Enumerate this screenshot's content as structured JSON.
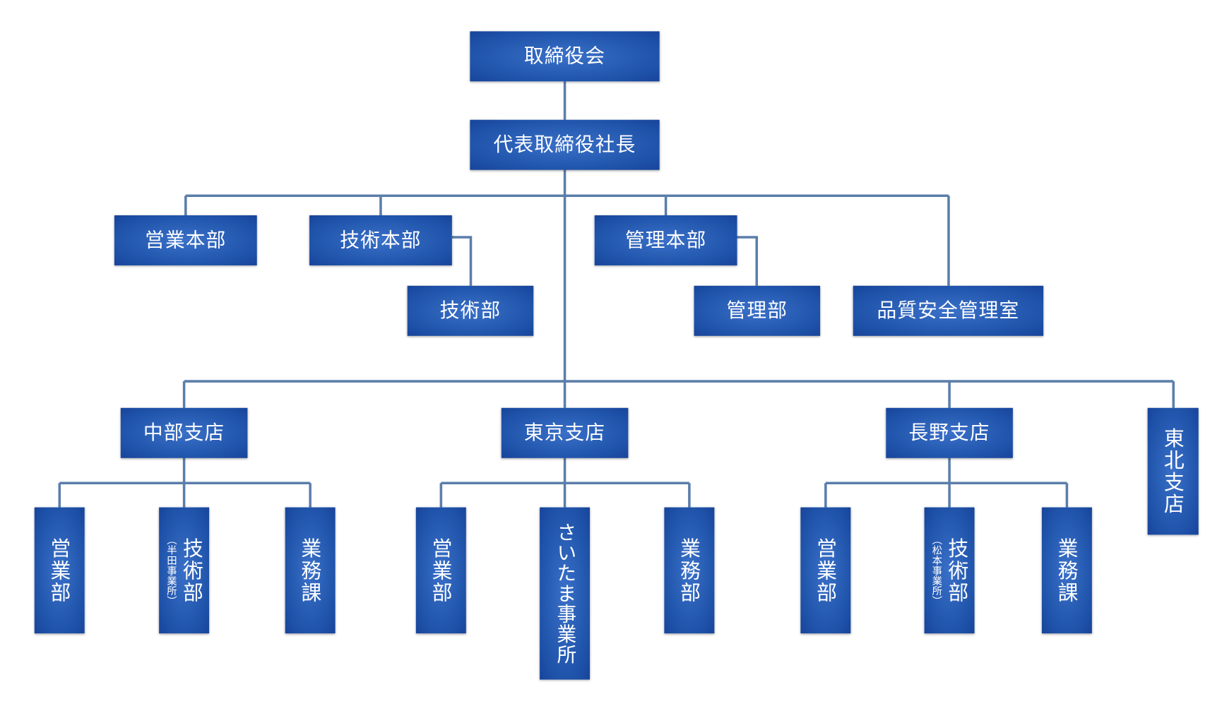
{
  "org_chart": {
    "board": "取締役会",
    "president": "代表取締役社長",
    "headquarters": [
      {
        "label": "営業本部"
      },
      {
        "label": "技術本部",
        "children": [
          {
            "label": "技術部"
          }
        ]
      },
      {
        "label": "管理本部",
        "children": [
          {
            "label": "管理部"
          }
        ]
      },
      {
        "label": "品質安全管理室"
      }
    ],
    "branches": [
      {
        "label": "中部支店",
        "children": [
          {
            "label": "営業部"
          },
          {
            "label": "技術部",
            "sub": "（半田事業所）"
          },
          {
            "label": "業務課"
          }
        ]
      },
      {
        "label": "東京支店",
        "children": [
          {
            "label": "営業部"
          },
          {
            "label": "さいたま事業所"
          },
          {
            "label": "業務部"
          }
        ]
      },
      {
        "label": "長野支店",
        "children": [
          {
            "label": "営業部"
          },
          {
            "label": "技術部",
            "sub": "（松本事業所）"
          },
          {
            "label": "業務課"
          }
        ]
      },
      {
        "label": "東北支店"
      }
    ]
  },
  "colors": {
    "box": "#1f53aa",
    "box_light": "#3a70c8",
    "box_dark": "#17449a",
    "line": "#5b7eaa",
    "text": "#ffffff",
    "background": "#ffffff"
  }
}
